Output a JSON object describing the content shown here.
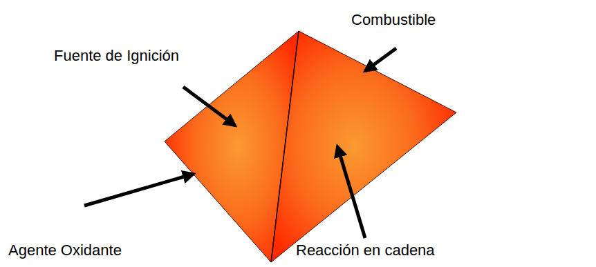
{
  "diagram": {
    "labels": [
      "Combustible",
      "Fuente de Ignición",
      "Agente Oxidante",
      "Reacción en cadena"
    ]
  }
}
